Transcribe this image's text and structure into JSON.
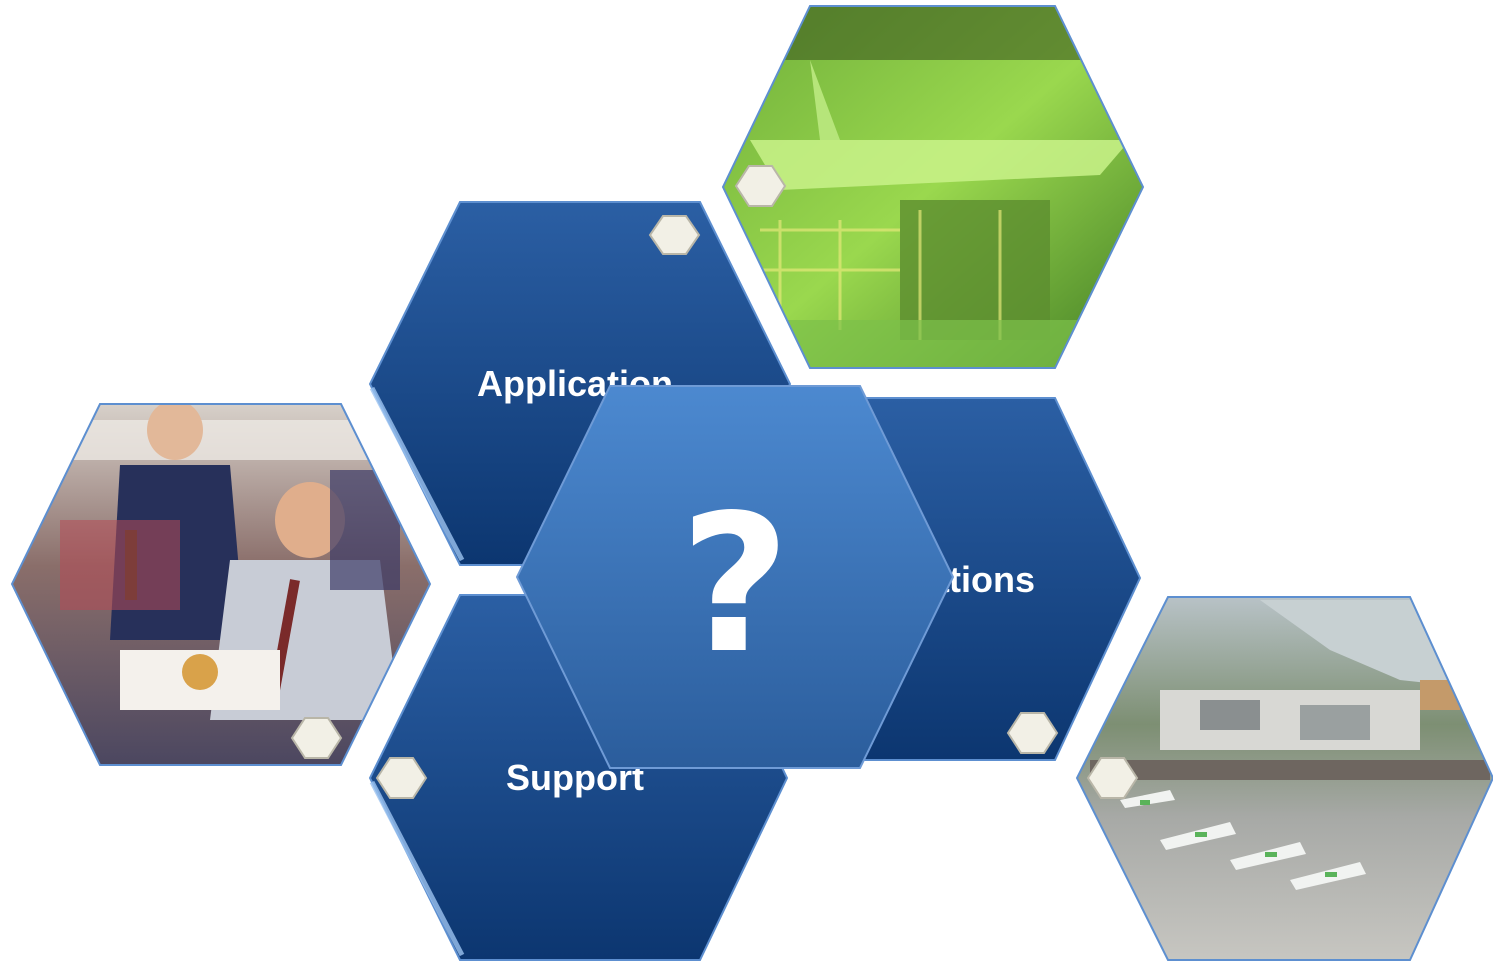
{
  "hexagons": [
    {
      "label": "Application"
    },
    {
      "label": "Operations"
    },
    {
      "label": "Support"
    },
    {
      "label": "?"
    }
  ],
  "photos": [
    {
      "name": "aircraft-maintenance-hangar-photo"
    },
    {
      "name": "cabin-service-photo"
    },
    {
      "name": "airport-aerial-photo"
    }
  ],
  "colors": {
    "hex_blue_light": "#2c63a8",
    "hex_blue_dark": "#0e3a75",
    "center_blue_light": "#4a86cc",
    "center_blue_dark": "#2a5f9f",
    "hex_border": "#5d8fd0",
    "small_hex_fill": "#f2f0e6"
  }
}
